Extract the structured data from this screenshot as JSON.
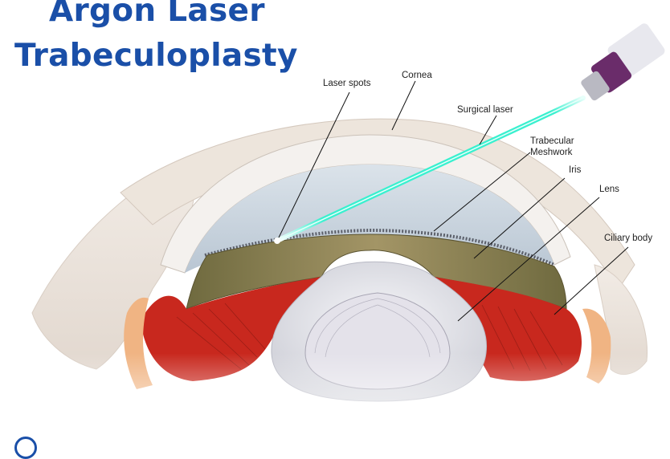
{
  "title": {
    "line1": "Argon Laser",
    "line2": "Trabeculoplasty"
  },
  "labels": {
    "cornea": "Cornea",
    "laser_spots": "Laser spots",
    "surgical_laser": "Surgical laser",
    "trabecular_meshwork_1": "Trabecular",
    "trabecular_meshwork_2": "Meshwork",
    "iris": "Iris",
    "lens": "Lens",
    "ciliary_body": "Ciliary body"
  },
  "colors": {
    "title": "#1a4fa8",
    "laser_beam": "#2ee6c4",
    "iris": "#8a7a4a",
    "ciliary": "#c8281e",
    "lens": "#e6e6ec",
    "cornea": "#c7d3df"
  }
}
